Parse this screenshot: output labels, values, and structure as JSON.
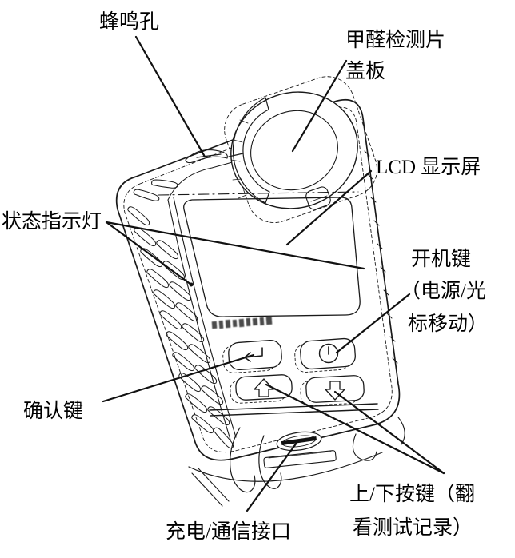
{
  "page": {
    "background": "#ffffff",
    "line_color": "#1a1a1a",
    "text_color": "#000000"
  },
  "diagram": {
    "description": "annotated line drawing of a handheld formaldehyde detector",
    "callouts": {
      "buzzer": {
        "label": "蜂鸣孔"
      },
      "cover": {
        "label_line1": "甲醛检测片",
        "label_line2": "盖板"
      },
      "lcd": {
        "label": "LCD 显示屏"
      },
      "status": {
        "label": "状态指示灯"
      },
      "power": {
        "label_line1": "开机键",
        "label_line2": "（电源/光",
        "label_line3": "标移动）"
      },
      "confirm": {
        "label": "确认键"
      },
      "charge": {
        "label": "充电/通信接口"
      },
      "updown": {
        "label_line1": "上/下按键（翻",
        "label_line2": "看测试记录）"
      }
    },
    "device_icons": {
      "confirm_button_glyph": "enter-arrow-icon",
      "power_button_glyph": "power-icon",
      "up_button_glyph": "up-arrow-icon",
      "down_button_glyph": "down-arrow-icon",
      "usb_port": "usb-connector-icon",
      "brand_logo": "illegible-embossed-logo"
    }
  }
}
